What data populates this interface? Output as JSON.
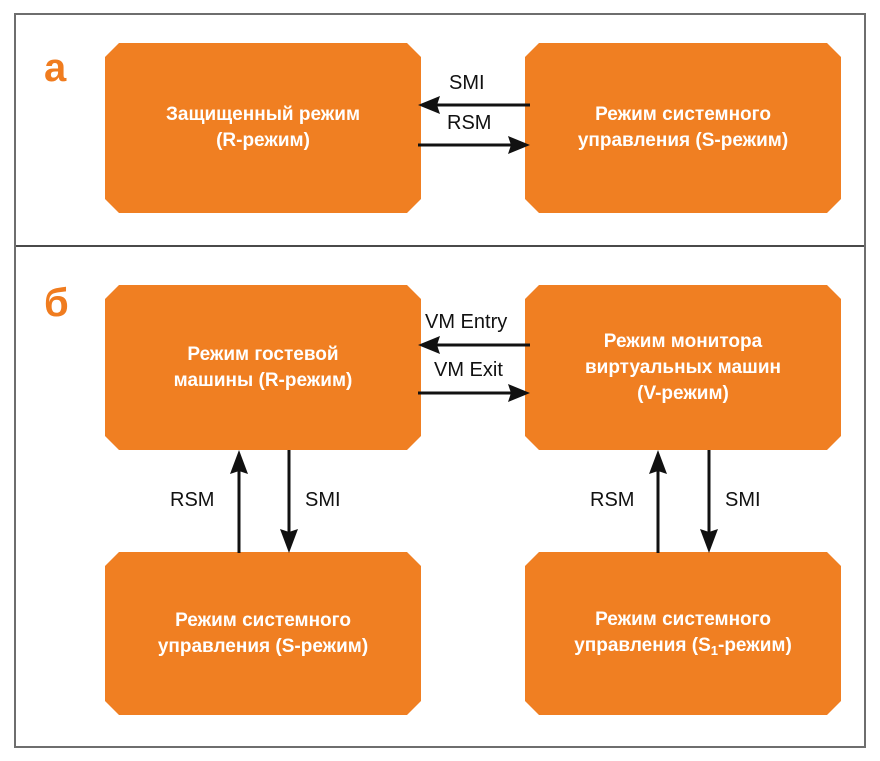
{
  "figure": {
    "background": "#ffffff",
    "frame_color": "#6e6e6e",
    "box_color": "#f07f22",
    "box_text_color": "#ffffff",
    "letter_color": "#f07c1f",
    "arrow_color": "#111111"
  },
  "panel_a": {
    "letter": "а",
    "boxes": {
      "protected_mode": "Защищенный режим\n(R-режим)",
      "system_management_mode": "Режим системного\nуправления (S-режим)"
    },
    "arrows": {
      "smi": "SMI",
      "rsm": "RSM"
    }
  },
  "panel_b": {
    "letter": "б",
    "boxes": {
      "guest_mode": "Режим гостевой\nмашины (R-режим)",
      "vmm_mode": "Режим монитора\nвиртуальных машин\n(V-режим)",
      "smm_left_pre": "Режим системного\nуправления (S-режим)",
      "smm_right_pre": "Режим системного\nуправления (S",
      "smm_right_sub": "1",
      "smm_right_post": "-режим)"
    },
    "arrows": {
      "vm_entry": "VM Entry",
      "vm_exit": "VM Exit",
      "rsm_left": "RSM",
      "smi_left": "SMI",
      "rsm_right": "RSM",
      "smi_right": "SMI"
    }
  }
}
